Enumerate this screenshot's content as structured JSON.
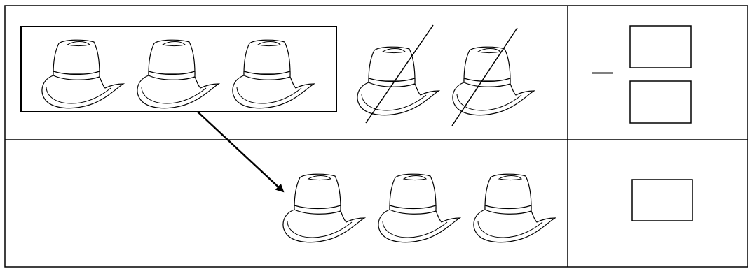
{
  "worksheet": {
    "top_row": {
      "grouped_hats": 3,
      "crossed_out_hats": 2,
      "operator": "—",
      "answer_boxes": 2
    },
    "bottom_row": {
      "remaining_hats": 3,
      "answer_boxes": 1
    },
    "icon": "cowboy-hat-icon"
  }
}
